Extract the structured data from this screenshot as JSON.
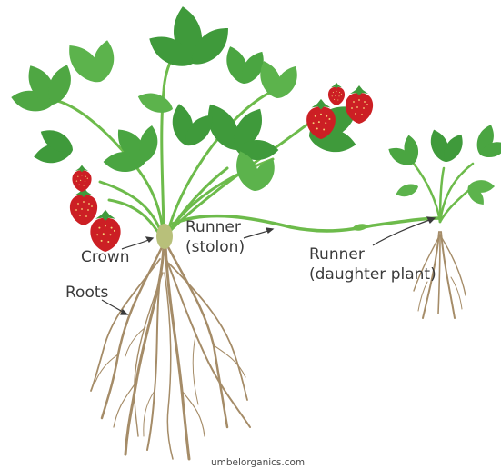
{
  "labels": {
    "crown": "Crown",
    "runner_stolon_1": "Runner",
    "runner_stolon_2": "(stolon)",
    "runner_daughter_1": "Runner",
    "runner_daughter_2": "(daughter plant)",
    "roots": "Roots"
  },
  "credit": "umbelorganics.com",
  "colors": {
    "leaf_dark": "#3f9a3b",
    "leaf_light": "#72c25a",
    "stem": "#6dbb4b",
    "berry": "#cc1f24",
    "root": "#a58c68",
    "label_text": "#3a3a3a",
    "arrow": "#3a3a3a"
  }
}
